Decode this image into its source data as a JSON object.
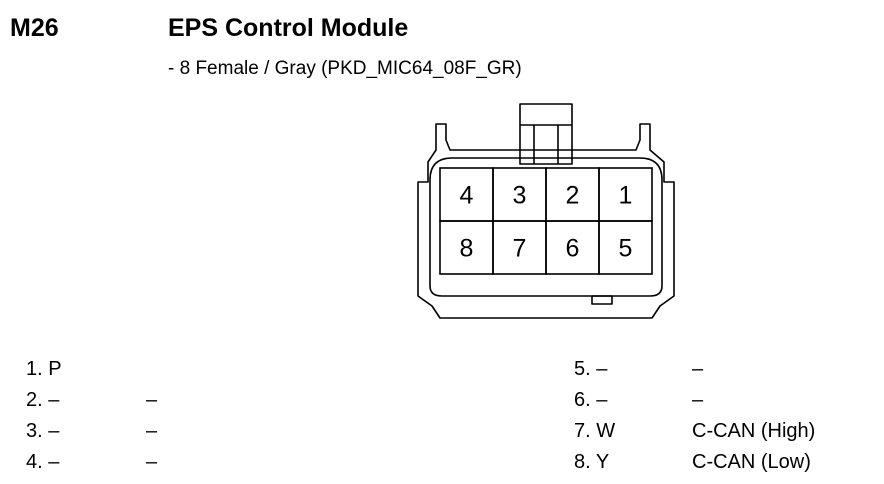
{
  "header": {
    "code": "M26",
    "title": "EPS Control Module",
    "subtitle": "- 8 Female / Gray (PKD_MIC64_08F_GR)"
  },
  "connector": {
    "top_row": [
      "4",
      "3",
      "2",
      "1"
    ],
    "bottom_row": [
      "8",
      "7",
      "6",
      "5"
    ]
  },
  "pins_left": [
    {
      "pin": "1. P",
      "desc": ""
    },
    {
      "pin": "2. –",
      "desc": "–"
    },
    {
      "pin": "3. –",
      "desc": "–"
    },
    {
      "pin": "4. –",
      "desc": "–"
    }
  ],
  "pins_right": [
    {
      "pin": "5. –",
      "desc": "–"
    },
    {
      "pin": "6. –",
      "desc": "–"
    },
    {
      "pin": "7. W",
      "desc": "C-CAN (High)"
    },
    {
      "pin": "8. Y",
      "desc": "C-CAN (Low)"
    }
  ]
}
